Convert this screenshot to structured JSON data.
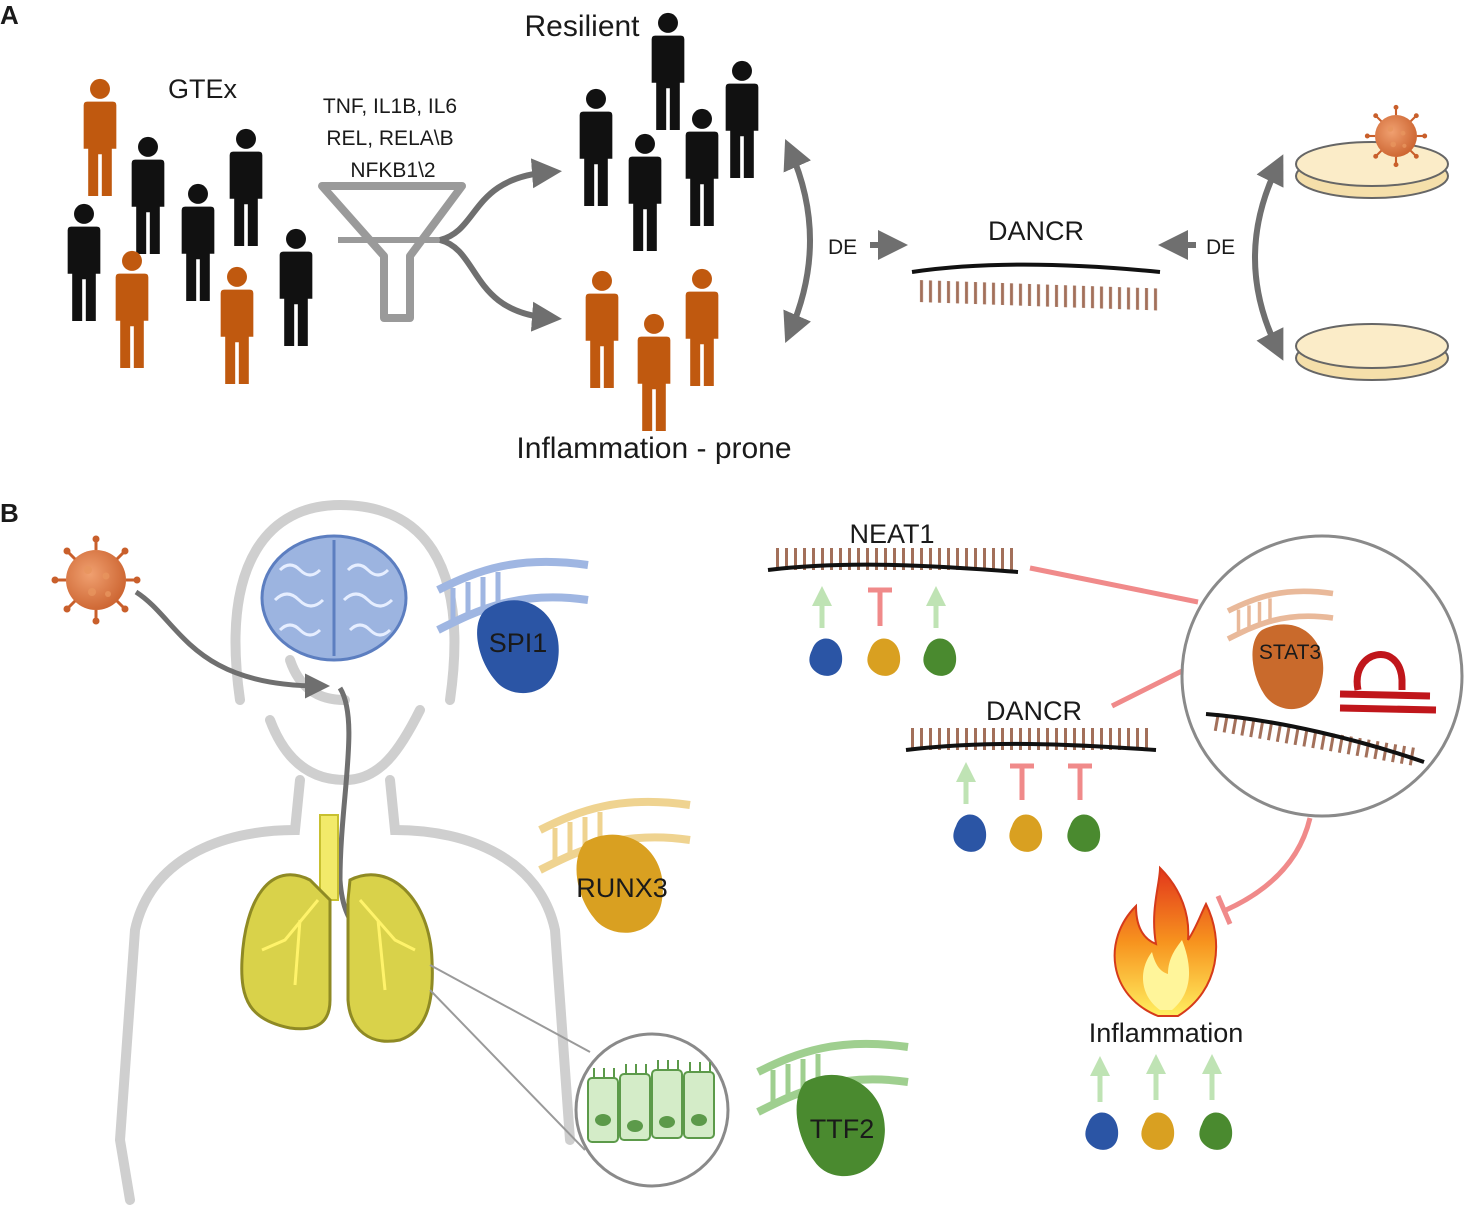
{
  "panels": {
    "a": "A",
    "b": "B"
  },
  "panel_a": {
    "cohort_label": "GTEx",
    "filter_genes": [
      "TNF, IL1B, IL6",
      "REL, RELA\\B",
      "NFKB1\\2"
    ],
    "group_resilient": "Resilient",
    "group_prone": "Inflammation - prone",
    "de_left": "DE",
    "de_right": "DE",
    "lncrna": "DANCR"
  },
  "panel_b": {
    "tfs": [
      "SPI1",
      "RUNX3",
      "TTF2"
    ],
    "lnc_top": "NEAT1",
    "lnc_mid": "DANCR",
    "inset_protein": "STAT3",
    "outcome": "Inflammation"
  },
  "colors": {
    "black_person": "#111111",
    "orange_person": "#c0590f",
    "spi1": "#2b55a5",
    "runx3": "#d9a021",
    "ttf2": "#4a8a2f",
    "inhibit": "#f08a8a",
    "activate": "#bfe3b4",
    "arrow_gray": "#6f6f6f",
    "virus": "#d9783f",
    "dish": "#fbecc8",
    "lung": "#d9d24a"
  },
  "icons": [
    "virus-icon",
    "brain-icon",
    "lungs-icon",
    "flame-icon",
    "petri-dish-icon",
    "funnel-icon",
    "person-icon",
    "dna-icon",
    "cell-inset-icon",
    "stat3-inhibitor-icon"
  ]
}
